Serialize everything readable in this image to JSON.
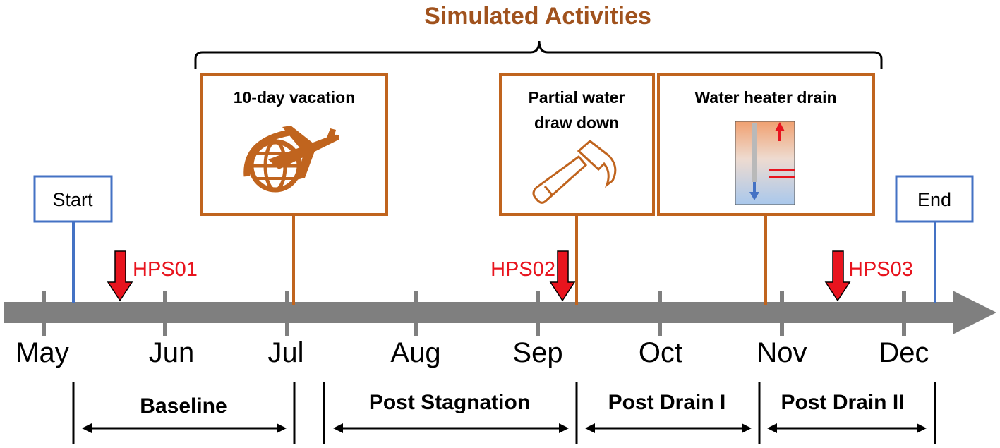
{
  "title": "Simulated Activities",
  "colors": {
    "brand_orange": "#c0641e",
    "title_brown": "#a0521d",
    "axis_gray": "#7f7f7f",
    "flag_blue": "#4472c4",
    "sample_red": "#e8141e"
  },
  "markers": {
    "start": "Start",
    "end": "End"
  },
  "months": [
    "May",
    "Jun",
    "Jul",
    "Aug",
    "Sep",
    "Oct",
    "Nov",
    "Dec"
  ],
  "activities": [
    {
      "label": "10-day vacation",
      "icon": "plane-globe-icon"
    },
    {
      "label_line1": "Partial water",
      "label_line2": "draw down",
      "icon": "hammer-icon"
    },
    {
      "label": "Water heater drain",
      "icon": "water-heater-icon"
    }
  ],
  "samples": [
    "HPS01",
    "HPS02",
    "HPS03"
  ],
  "periods": [
    "Baseline",
    "Post Stagnation",
    "Post Drain I",
    "Post Drain II"
  ]
}
